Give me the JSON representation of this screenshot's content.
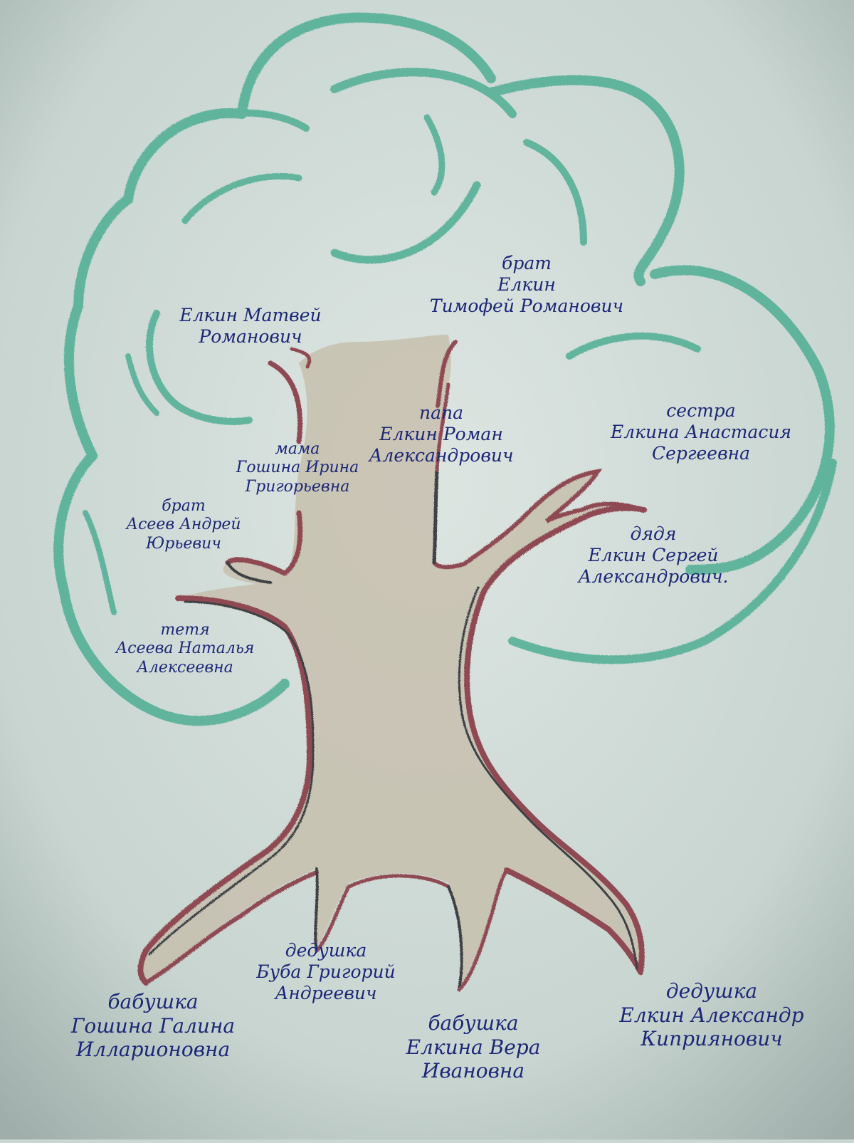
{
  "family_tree": {
    "crown_members": {
      "matvey": {
        "line1": "Елкин Матвей",
        "line2": "Романович"
      },
      "timofey": {
        "relation": "брат",
        "line1": "Елкин",
        "line2": "Тимофей Романович"
      },
      "mama": {
        "relation": "мама",
        "line1": "Гошина Ирина",
        "line2": "Григорьевна"
      },
      "papa": {
        "relation": "папа",
        "line1": "Елкин Роман",
        "line2": "Александрович"
      },
      "sister": {
        "relation": "сестра",
        "line1": "Елкина Анастасия",
        "line2": "Сергеевна"
      },
      "brother_andrey": {
        "relation": "брат",
        "line1": "Асеев Андрей",
        "line2": "Юрьевич"
      },
      "aunt": {
        "relation": "тетя",
        "line1": "Асеева Наталья",
        "line2": "Алексеевна"
      },
      "uncle": {
        "relation": "дядя",
        "line1": "Елкин Сергей",
        "line2": "Александрович."
      }
    },
    "root_members": {
      "grandma_galina": {
        "relation": "бабушка",
        "line1": "Гошина Галина",
        "line2": "Илларионовна"
      },
      "grandpa_grigoriy": {
        "relation": "дедушка",
        "line1": "Буба Григорий",
        "line2": "Андреевич"
      },
      "grandma_vera": {
        "relation": "бабушка",
        "line1": "Елкина Вера",
        "line2": "Ивановна"
      },
      "grandpa_aleksandr": {
        "relation": "дедушка",
        "line1": "Елкин Александр",
        "line2": "Киприянович"
      }
    }
  },
  "colors": {
    "paper": "#c9d6d2",
    "crown": "#4fae93",
    "trunk_fill": "#c7c0ae",
    "trunk_outline": "#8f4a52",
    "trunk_shadow": "#3e3f45",
    "ink": "#1c2777"
  }
}
